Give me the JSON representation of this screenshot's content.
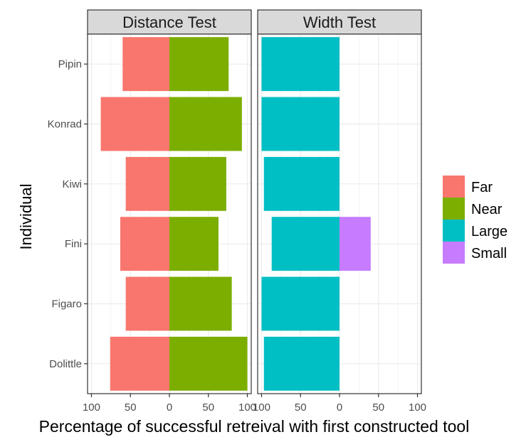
{
  "chart_data": {
    "type": "bar",
    "orientation": "horizontal",
    "diverging": true,
    "xlabel": "Percentage of successful retreival with first constructed tool",
    "ylabel": "Individual",
    "categories": [
      "Pipin",
      "Konrad",
      "Kiwi",
      "Fini",
      "Figaro",
      "Dolittle"
    ],
    "xlim": [
      -105,
      105
    ],
    "x_ticks": [
      -100,
      -50,
      0,
      50,
      100
    ],
    "x_tick_labels": [
      "100",
      "50",
      "0",
      "50",
      "100"
    ],
    "grid": true,
    "legend_position": "right",
    "panels": [
      {
        "title": "Distance Test",
        "series": [
          {
            "name": "Far",
            "color": "#F8766D",
            "side": "left",
            "values": [
              60,
              88,
              56,
              63,
              56,
              76
            ]
          },
          {
            "name": "Near",
            "color": "#7CAE00",
            "side": "right",
            "values": [
              76,
              93,
              73,
              63,
              80,
              100
            ]
          }
        ]
      },
      {
        "title": "Width Test",
        "series": [
          {
            "name": "Large",
            "color": "#00BFC4",
            "side": "left",
            "values": [
              100,
              100,
              97,
              87,
              100,
              97
            ]
          },
          {
            "name": "Small",
            "color": "#C77CFF",
            "side": "right",
            "values": [
              0,
              0,
              0,
              40,
              0,
              0
            ]
          }
        ]
      }
    ],
    "legend": [
      {
        "name": "Far",
        "color": "#F8766D"
      },
      {
        "name": "Near",
        "color": "#7CAE00"
      },
      {
        "name": "Large",
        "color": "#00BFC4"
      },
      {
        "name": "Small",
        "color": "#C77CFF"
      }
    ]
  }
}
